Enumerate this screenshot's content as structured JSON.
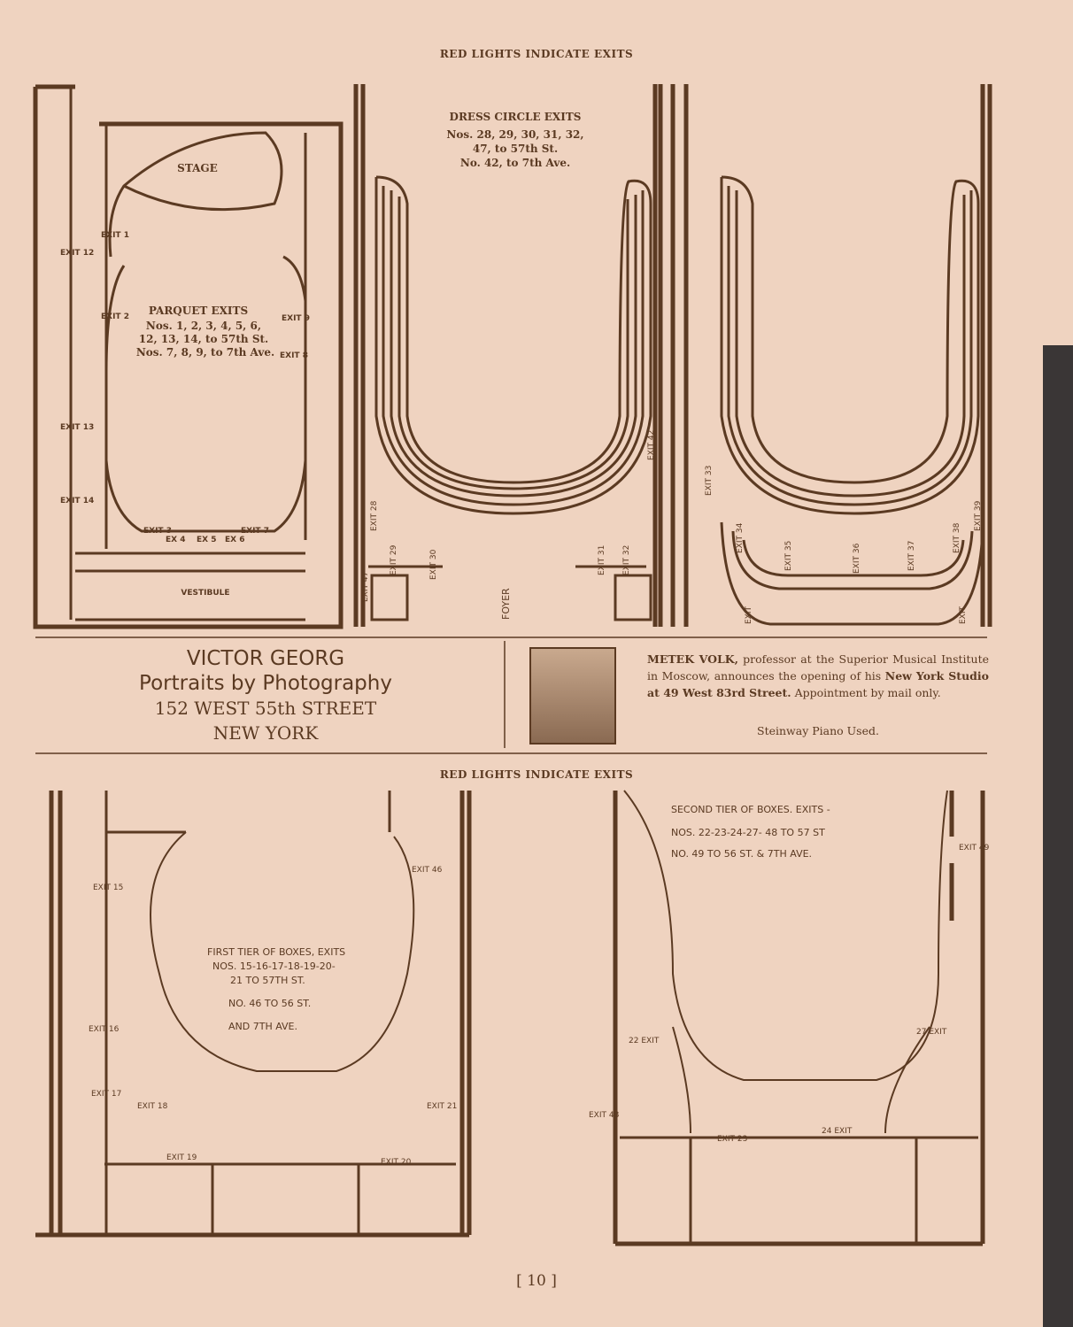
{
  "header_top": "RED LIGHTS INDICATE EXITS",
  "header_bottom": "RED LIGHTS INDICATE EXITS",
  "parquet": {
    "stage": "STAGE",
    "vestibule": "VESTIBULE",
    "title": "PARQUET EXITS",
    "lines": [
      "Nos. 1, 2, 3, 4, 5, 6,",
      "12, 13, 14, to 57th St.",
      "Nos. 7, 8, 9, to 7th Ave."
    ],
    "exits": [
      "EXIT 1",
      "EXIT 2",
      "EXIT 12",
      "EXIT 13",
      "EXIT 14",
      "EXIT 9",
      "EXIT 8",
      "EXIT 3",
      "EX 4",
      "EX 5",
      "EX 6",
      "EXIT 7"
    ]
  },
  "dress_circle": {
    "title": "DRESS CIRCLE EXITS",
    "lines": [
      "Nos. 28, 29, 30, 31, 32,",
      "47, to 57th St.",
      "No. 42, to 7th Ave."
    ],
    "foyer": "FOYER",
    "exits": [
      "EXIT 28",
      "EXIT 47",
      "EXIT 29",
      "EXIT 30",
      "EXIT 31",
      "EXIT 32",
      "EXIT 42"
    ]
  },
  "balcony": {
    "exits": [
      "EXIT 33",
      "EXIT 34",
      "EXIT 35",
      "EXIT 36",
      "EXIT 37",
      "EXIT 38",
      "EXIT 39",
      "EXIT",
      "EXIT"
    ]
  },
  "victor_georg": {
    "name": "VICTOR GEORG",
    "tagline": "Portraits by Photography",
    "address": "152 WEST 55th STREET",
    "city": "NEW YORK"
  },
  "metek_volk": {
    "name": "METEK VOLK,",
    "text1": " professor at the Superior Musical Institute in Moscow, announces the opening of his ",
    "studio": "New York Studio at 49 West 83rd Street.",
    "text2": " Appointment by mail only.",
    "footer": "Steinway Piano Used."
  },
  "first_tier": {
    "lines": [
      "FIRST TIER OF BOXES, EXITS",
      "NOS. 15-16-17-18-19-20-",
      "21 TO 57TH ST.",
      "NO. 46 TO 56 ST.",
      "AND 7TH AVE."
    ],
    "exits": [
      "EXIT 15",
      "EXIT 16",
      "EXIT 17",
      "EXIT 18",
      "EXIT 19",
      "EXIT 20",
      "EXIT 21",
      "EXIT 46"
    ]
  },
  "second_tier": {
    "lines": [
      "SECOND TIER OF BOXES. EXITS -",
      "NOS. 22-23-24-27- 48 TO 57 ST",
      "NO. 49 TO 56 ST. & 7TH AVE."
    ],
    "exits": [
      "22 EXIT",
      "27 EXIT",
      "EXIT 48",
      "EXIT 23",
      "24 EXIT",
      "EXIT 49"
    ]
  },
  "page_number": "[ 10 ]"
}
